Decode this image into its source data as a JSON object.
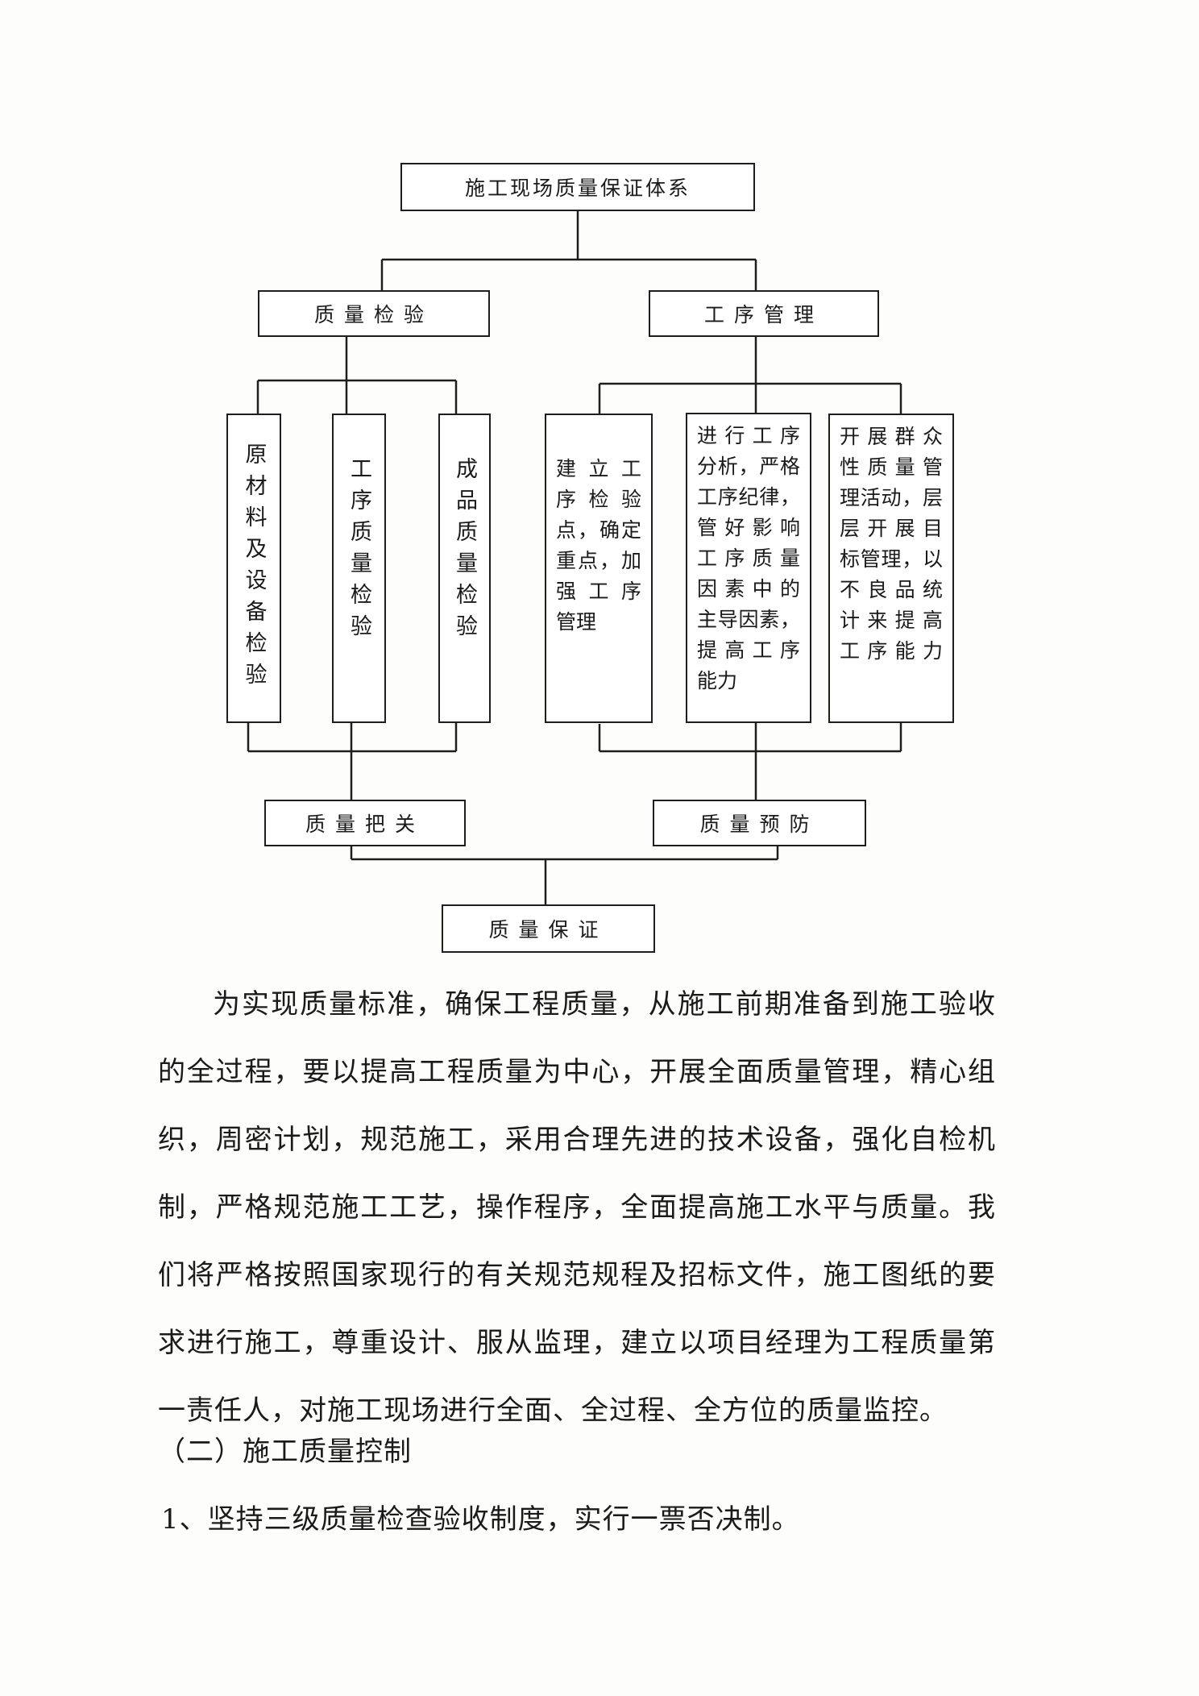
{
  "diagram": {
    "root": "施工现场质量保证体系",
    "branch_left": "质量检验",
    "branch_right": "工序管理",
    "left_items": [
      "原材料及设备检验",
      "工序质量检验",
      "成品质量检验"
    ],
    "right_items": [
      [
        "建立工",
        "序检验",
        "点，确定",
        "重点，加",
        "强工序",
        "管理"
      ],
      [
        "进行工序",
        "分析，严格",
        "工序纪律，",
        "管好影响",
        "工序质量",
        "因素中的",
        "主导因素，",
        "提高工序",
        "能力"
      ],
      [
        "开展群众",
        "性质量管",
        "理活动，层",
        "层开展目",
        "标管理，以",
        "不良品统",
        "计来提高",
        "工序能力"
      ]
    ],
    "gate_left": "质量把关",
    "gate_right": "质量预防",
    "bottom": "质量保证"
  },
  "body_paragraph": "为实现质量标准，确保工程质量，从施工前期准备到施工验收的全过程，要以提高工程质量为中心，开展全面质量管理，精心组织，周密计划，规范施工，采用合理先进的技术设备，强化自检机制，严格规范施工工艺，操作程序，全面提高施工水平与质量。我们将严格按照国家现行的有关规范规程及招标文件，施工图纸的要求进行施工，尊重设计、服从监理，建立以项目经理为工程质量第一责任人，对施工现场进行全面、全过程、全方位的质量监控。",
  "section_heading": "（二）施工质量控制",
  "item_1": "1、坚持三级质量检查验收制度，实行一票否决制。"
}
